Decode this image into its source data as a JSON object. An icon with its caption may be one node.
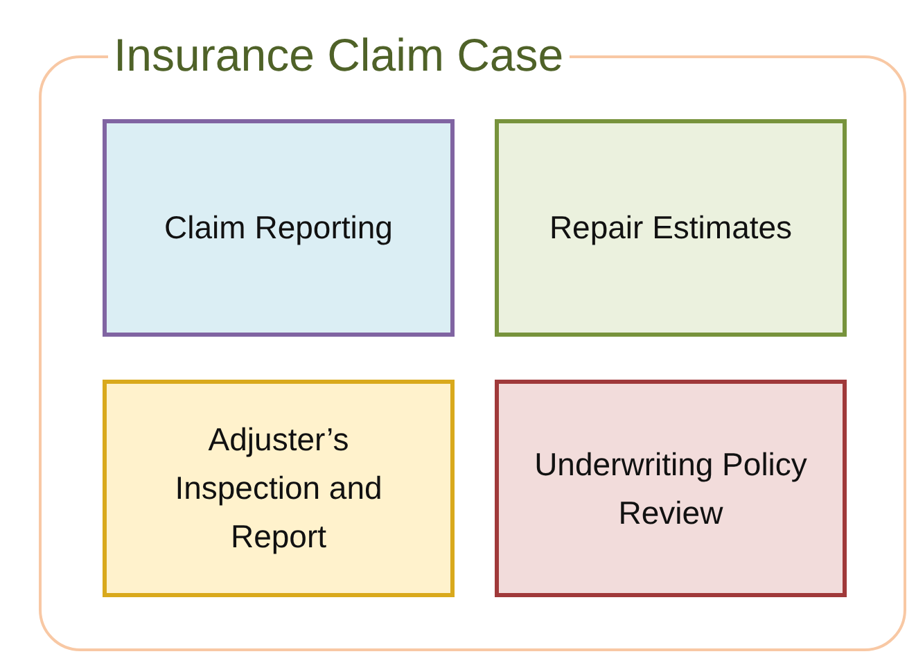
{
  "diagram": {
    "nodes": [
      {
        "text": [
          "Insurance Claim Case"
        ]
      },
      {
        "text": [
          "Claim Reporting"
        ],
        "in": 0
      },
      {
        "text": [
          "Repair Estimates"
        ],
        "in": 0
      },
      {
        "text": [
          "Adjuster’s Inspection and Report"
        ],
        "in": 0
      },
      {
        "text": [
          "Underwriting Policy Review"
        ],
        "in": 0
      }
    ]
  }
}
